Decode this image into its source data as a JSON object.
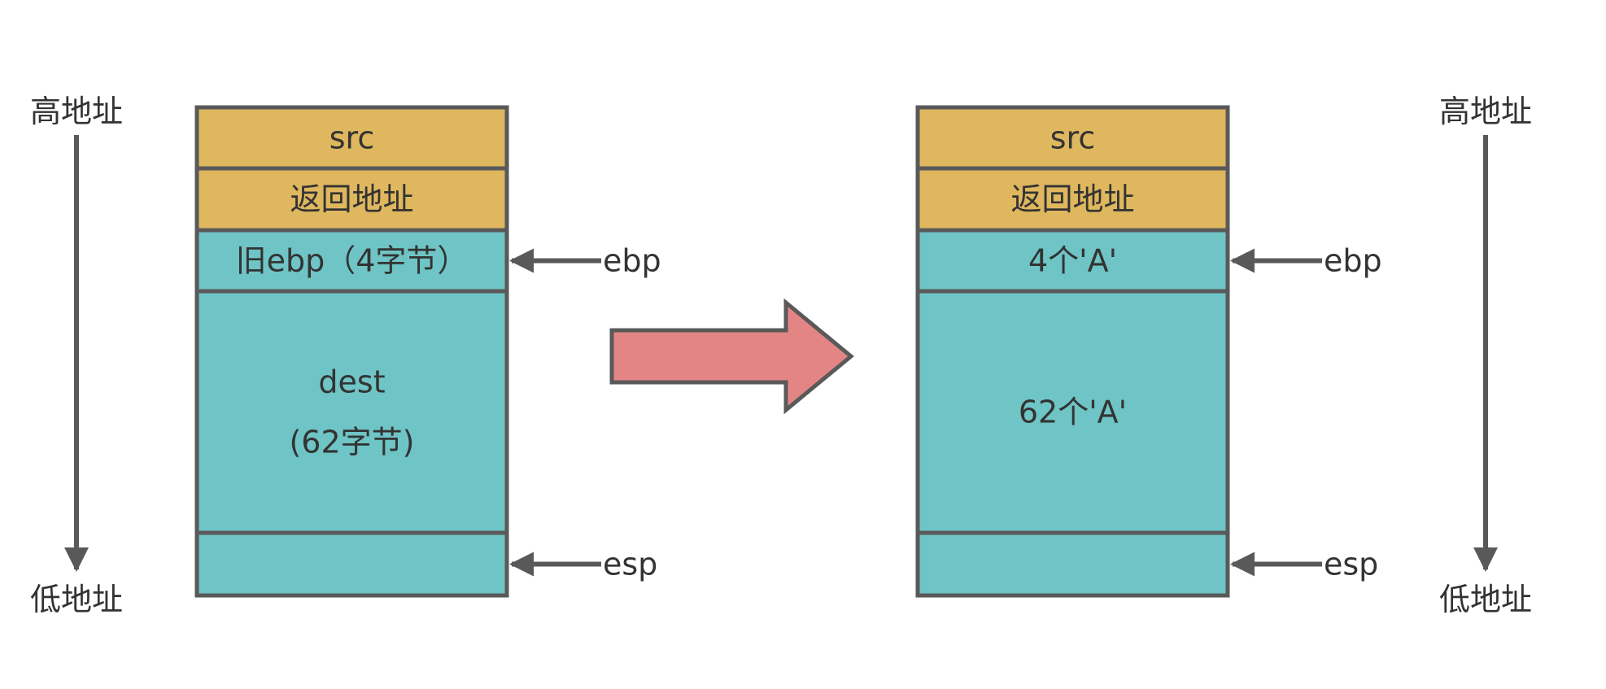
{
  "axis_labels": {
    "high": "高地址",
    "low": "低地址"
  },
  "stack_before": {
    "cells": [
      {
        "lines": [
          "src"
        ],
        "color": "#DFB75E"
      },
      {
        "lines": [
          "返回地址"
        ],
        "color": "#DFB75E"
      },
      {
        "lines": [
          "旧ebp（4字节）"
        ],
        "color": "#6FC4C5"
      },
      {
        "lines": [
          "dest",
          "(62字节)"
        ],
        "color": "#6FC4C5"
      },
      {
        "lines": [],
        "color": "#6FC4C5"
      }
    ],
    "pointers": [
      {
        "label": "ebp"
      },
      {
        "label": "esp"
      }
    ]
  },
  "stack_after": {
    "cells": [
      {
        "lines": [
          "src"
        ],
        "color": "#DFB75E"
      },
      {
        "lines": [
          "返回地址"
        ],
        "color": "#DFB75E"
      },
      {
        "lines": [
          "4个'A'"
        ],
        "color": "#6FC4C5"
      },
      {
        "lines": [
          "62个'A'"
        ],
        "color": "#6FC4C5"
      },
      {
        "lines": [],
        "color": "#6FC4C5"
      }
    ],
    "pointers": [
      {
        "label": "ebp"
      },
      {
        "label": "esp"
      }
    ]
  },
  "colors": {
    "border": "#595959",
    "transition_arrow": "#E48585",
    "text": "#333333"
  }
}
